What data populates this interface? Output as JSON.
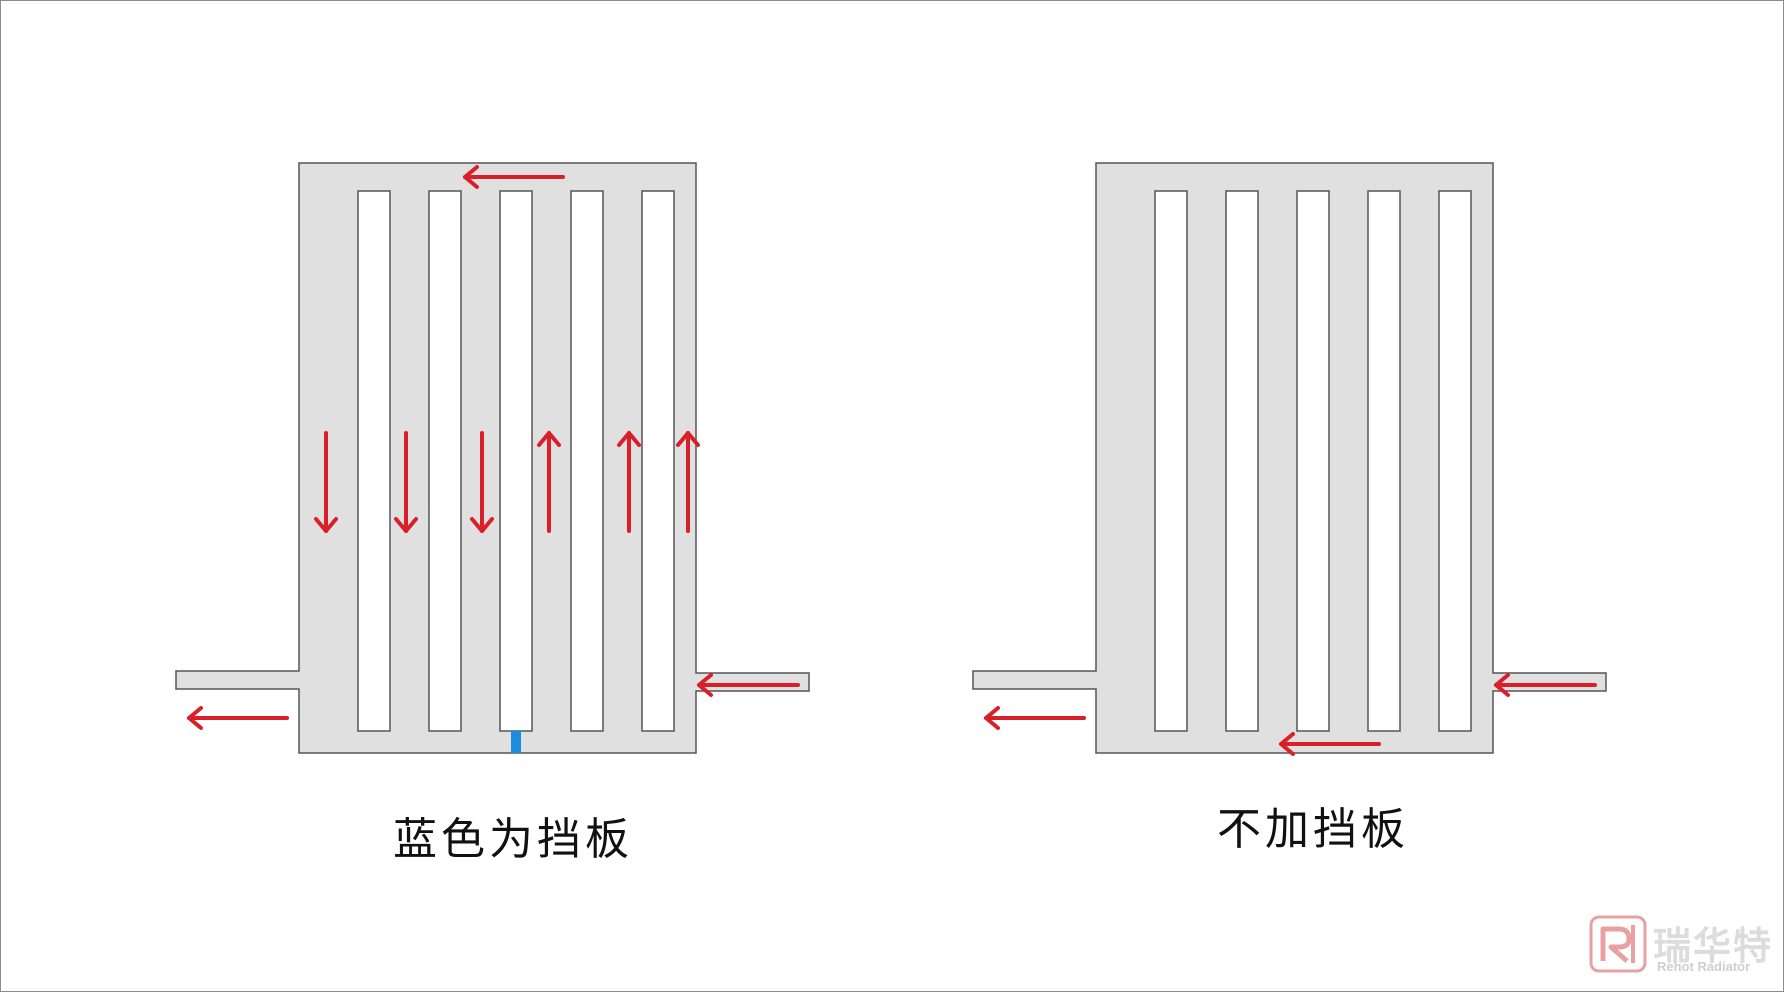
{
  "colors": {
    "body_fill": "#e0e0e0",
    "body_stroke": "#555555",
    "slot_fill": "#ffffff",
    "arrow": "#d9202a",
    "baffle": "#1a8ede",
    "logo_red": "#e8a0a0",
    "logo_gray": "#dcdcdc"
  },
  "left_panel": {
    "caption": "蓝色为挡板",
    "slot_count": 5,
    "has_baffle": true,
    "flow_arrows": [
      "left",
      "down",
      "down",
      "down",
      "up",
      "up",
      "up",
      "left",
      "left"
    ]
  },
  "right_panel": {
    "caption": "不加挡板",
    "slot_count": 5,
    "has_baffle": false,
    "flow_arrows": [
      "left",
      "left",
      "left"
    ]
  },
  "logo": {
    "name": "瑞华特",
    "subtitle": "Rehot Radiator"
  }
}
